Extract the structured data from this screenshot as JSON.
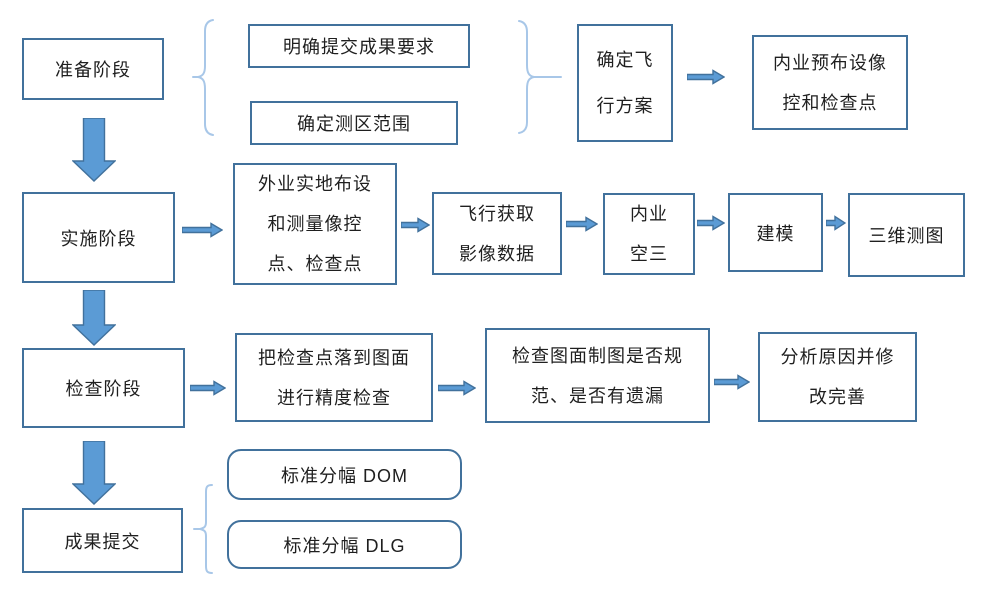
{
  "colors": {
    "box_border": "#41719C",
    "arrow_fill": "#5B9BD5",
    "arrow_outline": "#41719C",
    "brace": "#A8C7E8",
    "text": "#1F1F1F",
    "background": "#FFFFFF"
  },
  "nodes": {
    "prepare": {
      "label": "准备阶段"
    },
    "requirements": {
      "label": "明确提交成果要求"
    },
    "survey_area": {
      "label": "确定测区范围"
    },
    "flight_plan": {
      "label": "确定飞\n行方案"
    },
    "office_prelayout": {
      "label": "内业预布设像\n控和检查点"
    },
    "implement": {
      "label": "实施阶段"
    },
    "field_layout": {
      "label": "外业实地布设\n和测量像控\n点、检查点"
    },
    "flight_acquire": {
      "label": "飞行获取\n影像数据"
    },
    "aerotriangulation": {
      "label": "内业\n空三"
    },
    "modeling": {
      "label": "建模"
    },
    "mapping_3d": {
      "label": "三维测图"
    },
    "check": {
      "label": "检查阶段"
    },
    "precision_check": {
      "label": "把检查点落到图面\n进行精度检查"
    },
    "map_check": {
      "label": "检查图面制图是否规\n范、是否有遗漏"
    },
    "analyze_fix": {
      "label": "分析原因并修\n改完善"
    },
    "submit": {
      "label": "成果提交"
    },
    "dom": {
      "label": "标准分幅 DOM"
    },
    "dlg": {
      "label": "标准分幅 DLG"
    }
  }
}
